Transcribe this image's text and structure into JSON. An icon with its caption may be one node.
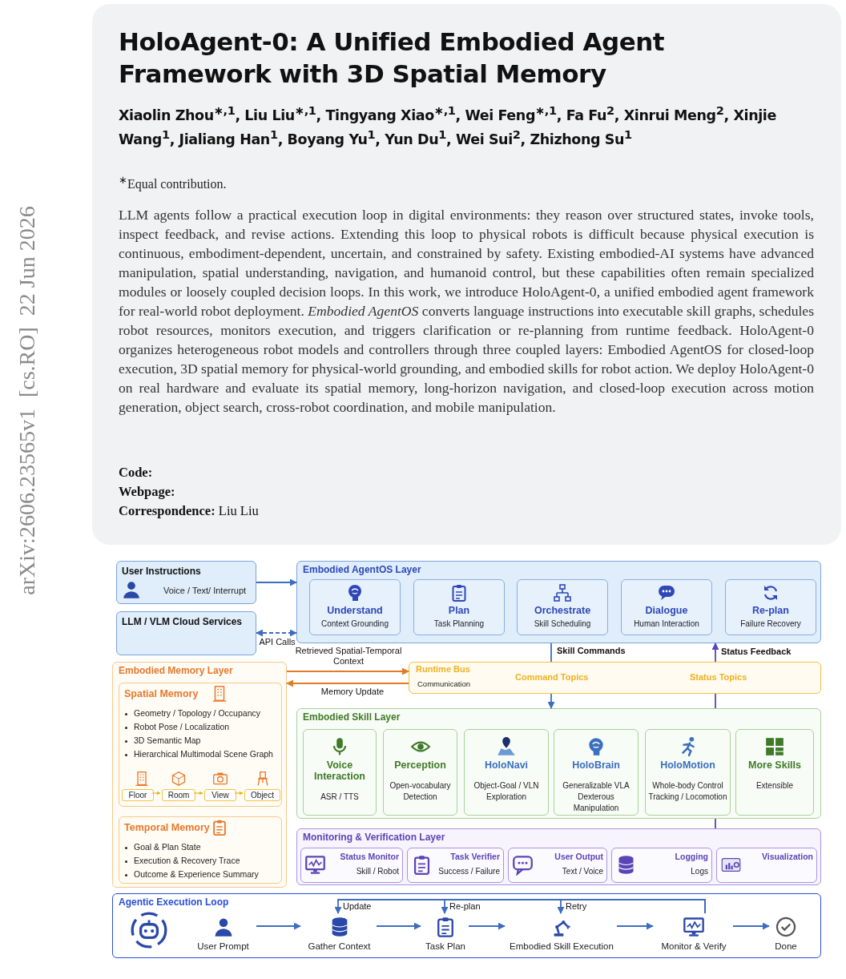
{
  "diagram": {
    "title": "HoloAgent-0: A Unified Embodied Agent Framework with 3D Spatial Memory",
    "nodes": [
      {
        "text": [
          "User Instructions",
          "Voice / Text/ Interrupt"
        ]
      },
      {
        "text": [
          "LLM / VLM Cloud Services"
        ]
      },
      {
        "text": [
          "Embodied AgentOS Layer"
        ]
      },
      {
        "text": [
          "Understand",
          "Context Grounding"
        ],
        "in": 2
      },
      {
        "text": [
          "Plan",
          "Task Planning"
        ],
        "in": 2
      },
      {
        "text": [
          "Orchestrate",
          "Skill Scheduling"
        ],
        "in": 2
      },
      {
        "text": [
          "Dialogue",
          "Human Interaction"
        ],
        "in": 2
      },
      {
        "text": [
          "Re-plan",
          "Failure Recovery"
        ],
        "in": 2
      },
      {
        "text": [
          "Runtime Bus",
          "Communication",
          "Command Topics",
          "Status Topics"
        ]
      },
      {
        "text": [
          "Embodied Memory Layer"
        ]
      },
      {
        "text": [
          "Spatial Memory",
          "Geometry / Topology / Occupancy",
          "Robot Pose / Localization",
          "3D Semantic Map",
          "Hierarchical Multimodal Scene Graph"
        ],
        "in": 9
      },
      {
        "text": [
          "Floor"
        ],
        "in": 10
      },
      {
        "text": [
          "Room"
        ],
        "in": 10
      },
      {
        "text": [
          "View"
        ],
        "in": 10
      },
      {
        "text": [
          "Object"
        ],
        "in": 10
      },
      {
        "text": [
          "Temporal Memory",
          "Goal & Plan State",
          "Execution & Recovery Trace",
          "Outcome & Experience Summary"
        ],
        "in": 9
      },
      {
        "text": [
          "Embodied Skill Layer"
        ]
      },
      {
        "text": [
          "Voice Interaction",
          "ASR / TTS"
        ],
        "in": 16
      },
      {
        "text": [
          "Perception",
          "Open-vocabulary Detection"
        ],
        "in": 16
      },
      {
        "text": [
          "HoloNavi",
          "Object-Goal / VLN Exploration"
        ],
        "in": 16
      },
      {
        "text": [
          "HoloBrain",
          "Generalizable VLA Dexterous Manipulation"
        ],
        "in": 16
      },
      {
        "text": [
          "HoloMotion",
          "Whole-body Control Tracking / Locomotion"
        ],
        "in": 16
      },
      {
        "text": [
          "More Skills",
          "Extensible"
        ],
        "in": 16
      },
      {
        "text": [
          "Monitoring & Verification Layer"
        ]
      },
      {
        "text": [
          "Status Monitor",
          "Skill / Robot"
        ],
        "in": 23
      },
      {
        "text": [
          "Task Verifier",
          "Success / Failure"
        ],
        "in": 23
      },
      {
        "text": [
          "User Output",
          "Text / Voice"
        ],
        "in": 23
      },
      {
        "text": [
          "Logging",
          "Logs"
        ],
        "in": 23
      },
      {
        "text": [
          "Visualization"
        ],
        "in": 23
      },
      {
        "text": [
          "Agentic Execution Loop"
        ]
      },
      {
        "text": [
          "User Prompt"
        ],
        "in": 29
      },
      {
        "text": [
          "Gather Context"
        ],
        "in": 29
      },
      {
        "text": [
          "Task Plan"
        ],
        "in": 29
      },
      {
        "text": [
          "Embodied Skill Execution"
        ],
        "in": 29
      },
      {
        "text": [
          "Monitor & Verify"
        ],
        "in": 29
      },
      {
        "text": [
          "Done"
        ],
        "in": 29
      }
    ],
    "edges": [
      {
        "from": 0,
        "to": 2,
        "arrow": "to"
      },
      {
        "from": 1,
        "to": 2,
        "arrow": "both",
        "style": "dashed",
        "label": "API Calls"
      },
      {
        "from": 9,
        "to": 8,
        "arrow": "to",
        "color": "#e07b28",
        "label": "Retrieved Spatial-Temporal Context"
      },
      {
        "from": 8,
        "to": 9,
        "arrow": "to",
        "color": "#e07b28",
        "label": "Memory Update"
      },
      {
        "from": 2,
        "to": 8,
        "arrow": "none",
        "label": "Skill Commands"
      },
      {
        "from": 8,
        "to": 16,
        "arrow": "to"
      },
      {
        "from": 23,
        "to": 16,
        "arrow": "none",
        "color": "#5b45b5"
      },
      {
        "from": 16,
        "to": 8,
        "arrow": "none",
        "color": "#5b45b5"
      },
      {
        "from": 8,
        "to": 2,
        "arrow": "to",
        "color": "#5b45b5",
        "label": "Status Feedback"
      },
      {
        "from": 11,
        "to": 12,
        "arrow": "to",
        "color": "#f0b020"
      },
      {
        "from": 12,
        "to": 13,
        "arrow": "to",
        "color": "#f0b020"
      },
      {
        "from": 13,
        "to": 14,
        "arrow": "to",
        "color": "#f0b020"
      },
      {
        "from": 30,
        "to": 31,
        "arrow": "to"
      },
      {
        "from": 31,
        "to": 32,
        "arrow": "to"
      },
      {
        "from": 32,
        "to": 33,
        "arrow": "to"
      },
      {
        "from": 33,
        "to": 34,
        "arrow": "to"
      },
      {
        "from": 34,
        "to": 35,
        "arrow": "to"
      },
      {
        "from": 34,
        "to": 31,
        "arrow": "to",
        "label": "Update"
      },
      {
        "from": 34,
        "to": 32,
        "arrow": "to",
        "label": "Re-plan"
      },
      {
        "from": 34,
        "to": 33,
        "arrow": "to",
        "label": "Retry"
      }
    ],
    "labels": [
      "arXiv:2606.23565v1  [cs.RO]  22 Jun 2026",
      "Xiaolin Zhou$^{∗,1}$, Liu Liu$^{∗,1}$, Tingyang Xiao$^{∗,1}$, Wei Feng$^{∗,1}$, Fa Fu$^{2}$, Xinrui Meng$^{2}$, Xinjie Wang$^{1}$, Jialiang Han$^{1}$, Boyang Yu$^{1}$, Yun Du$^{1}$, Wei Sui$^{2}$, Zhizhong Su$^{1}$",
      "$^{∗}$Equal contribution.",
      "LLM agents follow a practical execution loop in digital environments: they reason over structured states, invoke tools, inspect feedback, and revise actions. Extending this loop to physical robots is difficult because physical execution is continuous, embodiment-dependent, uncertain, and constrained by safety. Existing embodied-AI systems have advanced manipulation, spatial understanding, navigation, and humanoid control, but these capabilities often remain specialized modules or loosely coupled decision loops. In this work, we introduce HoloAgent-0, a unified embodied agent framework for real-world robot deployment. *Embodied AgentOS* converts language instructions into executable skill graphs, schedules robot resources, monitors execution, and triggers clarification or re-planning from runtime feedback. HoloAgent-0 organizes heterogeneous robot models and controllers through three coupled layers: Embodied AgentOS for closed-loop execution, 3D spatial memory for physical-world grounding, and embodied skills for robot action. We deploy HoloAgent-0 on real hardware and evaluate its spatial memory, long-horizon navigation, and closed-loop execution across motion generation, object search, cross-robot coordination, and mobile manipulation.",
      "**Code:**",
      "**Webpage:**",
      "**Correspondence:** Liu Liu"
    ]
  }
}
